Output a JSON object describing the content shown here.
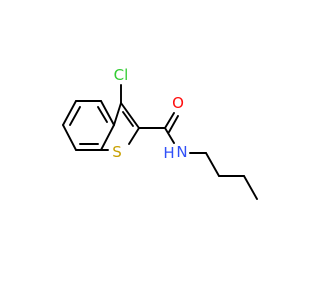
{
  "molecule": {
    "atom_labels": {
      "chlorine": "Cl",
      "oxygen": "O",
      "sulfur": "S",
      "nitrogen": "N",
      "hydrogen": "H"
    }
  },
  "colors": {
    "background": "#ffffff",
    "bond": "#000000",
    "chlorine": "#33cc33",
    "oxygen": "#ff0d0d",
    "sulfur": "#c8a000",
    "nitrogen": "#3050f8"
  }
}
